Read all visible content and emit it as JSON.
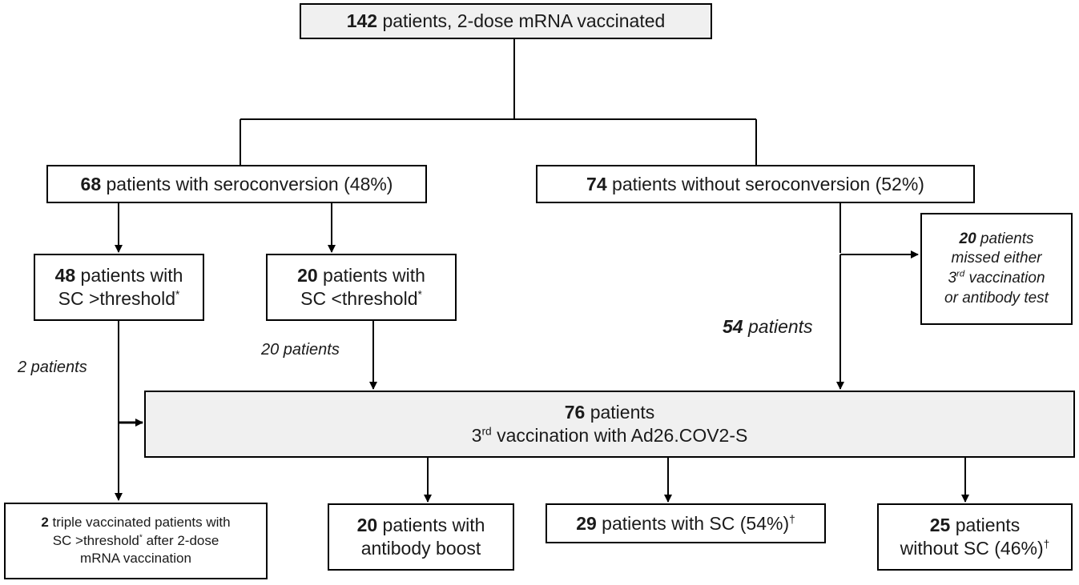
{
  "boxes": {
    "top": {
      "num": "142",
      "text": " patients, 2-dose mRNA vaccinated"
    },
    "sero": {
      "num": "68",
      "text": " patients with seroconversion (48%)"
    },
    "nosero": {
      "num": "74",
      "text": " patients without seroconversion (52%)"
    },
    "above": {
      "num": "48",
      "line1": " patients with",
      "line2": "SC >threshold",
      "sup": "*"
    },
    "below": {
      "num": "20",
      "line1": " patients with",
      "line2": "SC <threshold",
      "sup": "*"
    },
    "missed": {
      "num": "20",
      "line1": " patients",
      "line2": "missed either",
      "line3_num": "3",
      "line3_sup": "rd",
      "line3_rest": " vaccination",
      "line4": "or antibody test"
    },
    "third": {
      "num": "76",
      "line1": " patients",
      "line2_num": "3",
      "line2_sup": "rd",
      "line2_rest": " vaccination with Ad26.COV2-S"
    },
    "triple": {
      "num": "2",
      "line1": " triple vaccinated patients with",
      "line2": "SC >threshold",
      "sup": "*",
      "line2_rest": " after 2-dose",
      "line3": "mRNA vaccination"
    },
    "boost": {
      "num": "20",
      "line1": " patients with",
      "line2": "antibody boost"
    },
    "withsc": {
      "num": "29",
      "text": " patients with SC (54%)",
      "sup": "†"
    },
    "withoutsc": {
      "num": "25",
      "line1": " patients",
      "line2": "without SC (46%)",
      "sup": "†"
    }
  },
  "labels": {
    "two_patients": "2 patients",
    "twenty_patients": "20 patients",
    "fiftyfour_num": "54",
    "fiftyfour_text": " patients"
  }
}
